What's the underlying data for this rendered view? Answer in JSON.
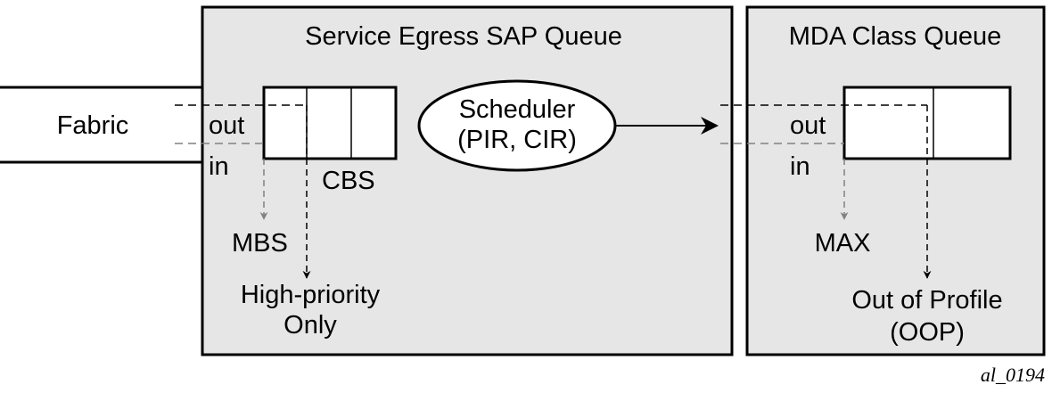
{
  "fabric": {
    "label": "Fabric"
  },
  "sap_queue": {
    "title": "Service Egress SAP Queue",
    "out_label": "out",
    "in_label": "in",
    "cbs_label": "CBS",
    "mbs_label": "MBS",
    "high_priority_line1": "High-priority",
    "high_priority_line2": "Only"
  },
  "scheduler": {
    "line1": "Scheduler",
    "line2": "(PIR, CIR)"
  },
  "mda_queue": {
    "title": "MDA Class Queue",
    "out_label": "out",
    "in_label": "in",
    "max_label": "MAX",
    "oop_line1": "Out of Profile",
    "oop_line2": "(OOP)"
  },
  "figure_id": "al_0194",
  "colors": {
    "panel_fill": "#e6e6e6",
    "stroke": "#000000",
    "gray_line": "#808080",
    "background": "#ffffff"
  }
}
